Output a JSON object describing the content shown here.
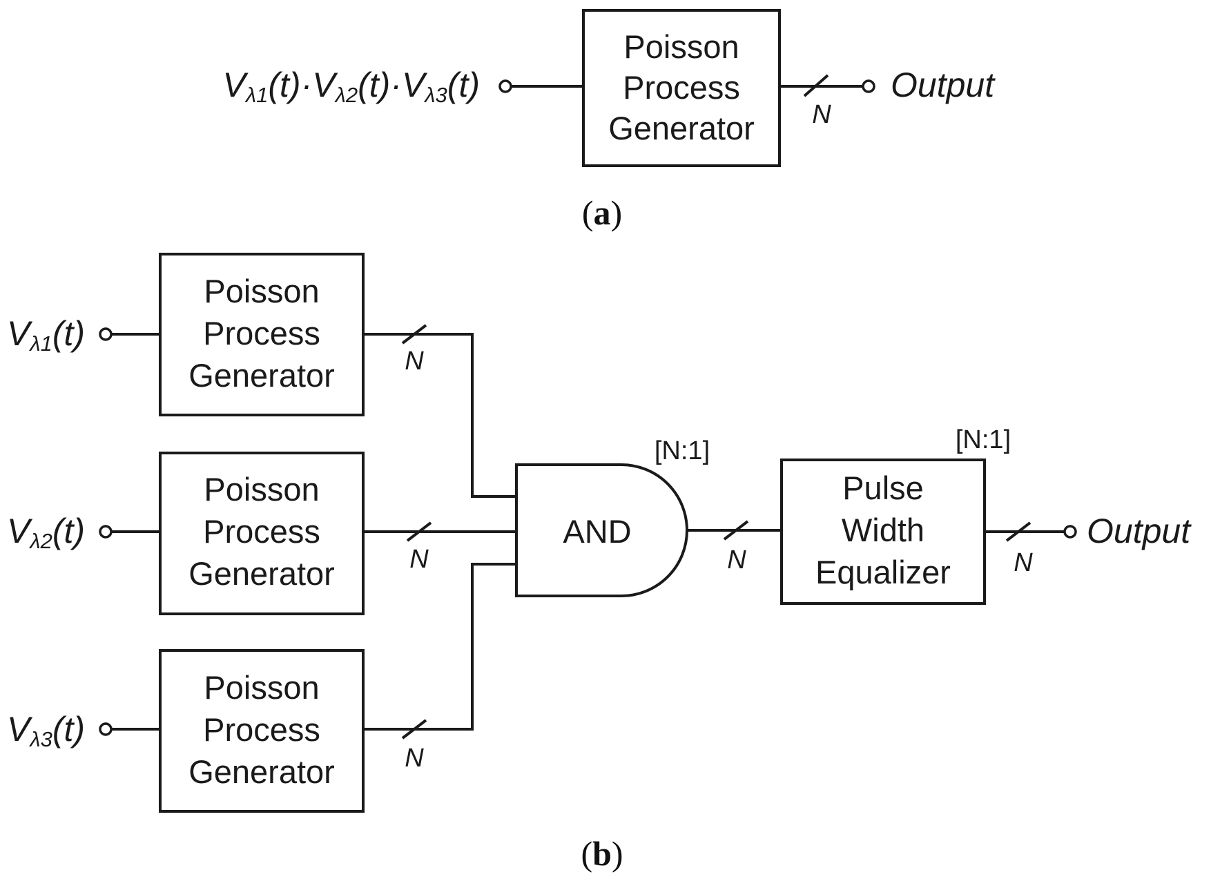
{
  "panel_a": {
    "input_label": {
      "V": "V",
      "sub1": "λ1",
      "t1": "(t)·",
      "sub2": "λ2",
      "t2": "(t)·",
      "sub3": "λ3",
      "t3": "(t)"
    },
    "generator": {
      "line1": "Poisson",
      "line2": "Process",
      "line3": "Generator"
    },
    "bus_label": "N",
    "output_label": "Output",
    "caption": {
      "open": "(",
      "letter": "a",
      "close": ")"
    }
  },
  "panel_b": {
    "inputs": [
      {
        "V": "V",
        "sub": "λ1",
        "t": "(t)"
      },
      {
        "V": "V",
        "sub": "λ2",
        "t": "(t)"
      },
      {
        "V": "V",
        "sub": "λ3",
        "t": "(t)"
      }
    ],
    "generators": [
      {
        "line1": "Poisson",
        "line2": "Process",
        "line3": "Generator",
        "bus": "N"
      },
      {
        "line1": "Poisson",
        "line2": "Process",
        "line3": "Generator",
        "bus": "N"
      },
      {
        "line1": "Poisson",
        "line2": "Process",
        "line3": "Generator",
        "bus": "N"
      }
    ],
    "and_gate": {
      "label": "AND",
      "ratio": "[N:1]",
      "bus": "N"
    },
    "equalizer": {
      "line1": "Pulse",
      "line2": "Width",
      "line3": "Equalizer",
      "ratio": "[N:1]",
      "bus": "N"
    },
    "output_label": "Output",
    "caption": {
      "open": "(",
      "letter": "b",
      "close": ")"
    }
  }
}
